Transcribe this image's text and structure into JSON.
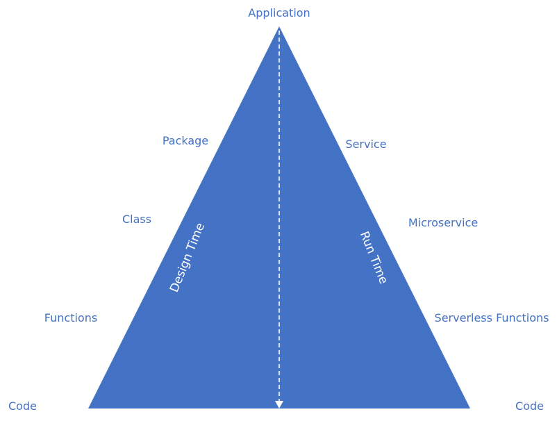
{
  "diagram": {
    "top_label": "Application",
    "left_labels": {
      "package": "Package",
      "class": "Class",
      "functions": "Functions",
      "code": "Code"
    },
    "right_labels": {
      "service": "Service",
      "microservice": "Microservice",
      "serverless": "Serverless Functions",
      "code": "Code"
    },
    "left_side_text": "Design Time",
    "right_side_text": "Run Time",
    "colors": {
      "triangle_fill": "#4472C4",
      "label_text": "#4472C4",
      "inner_text": "#ffffff",
      "arrow": "#ffffff"
    }
  }
}
